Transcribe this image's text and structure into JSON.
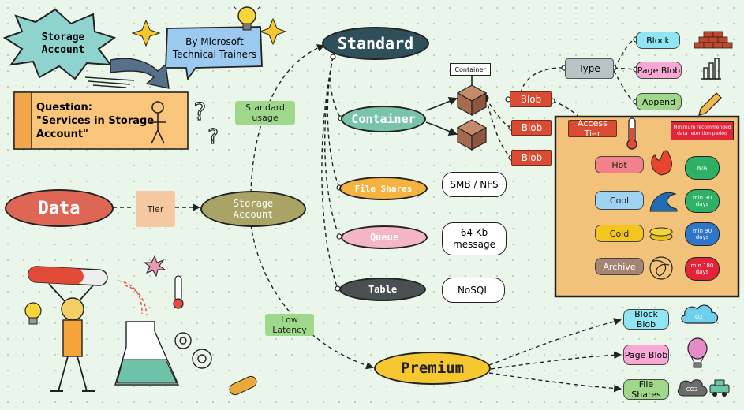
{
  "title": {
    "line1": "Storage",
    "line2": "Account"
  },
  "author": {
    "line1": "By Microsoft",
    "line2": "Technical Trainers"
  },
  "question": {
    "line1": "Question:",
    "line2": "\"Services in Storage",
    "line3": "Account\""
  },
  "nodes": {
    "data": "Data",
    "tier": "Tier",
    "storage_account": {
      "line1": "Storage",
      "line2": "Account"
    },
    "standard_usage": "Standard usage",
    "low_latency": "Low Latency",
    "standard": "Standard",
    "premium": "Premium",
    "container": "Container",
    "file_shares": "File Shares",
    "queue": "Queue",
    "table": "Table",
    "container_label": "Container"
  },
  "speech": {
    "smb_nfs": "SMB / NFS",
    "queue_msg": {
      "line1": "64 Kb",
      "line2": "message"
    },
    "nosql": "NoSQL"
  },
  "blob_label": "Blob",
  "type_label": "Type",
  "blob_types": [
    "Block",
    "Page Blob",
    "Append"
  ],
  "access_tier": {
    "title": "Access Tier",
    "note": {
      "line1": "Minimum recommended",
      "line2": "data retention period"
    },
    "tiers": [
      {
        "name": "Hot",
        "retention": "N/A",
        "color": "#f1828a"
      },
      {
        "name": "Cool",
        "retention": "min 30 days",
        "color": "#9fd1f0"
      },
      {
        "name": "Cold",
        "retention": "min 90 days",
        "color": "#f4c51f"
      },
      {
        "name": "Archive",
        "retention": "min 180 days",
        "color": "#a48573"
      }
    ]
  },
  "premium_types": [
    "Block Blob",
    "Page Blob",
    "File Shares"
  ],
  "icon_labels": {
    "cloud_o2": "O2",
    "co2": "CO2"
  },
  "colors": {
    "standard": "#2f4f5b",
    "container": "#79c3ab",
    "file_shares": "#f6b23f",
    "queue": "#f4b6c5",
    "table": "#4a4f52",
    "data": "#dd6655",
    "storage_account": "#a9a466",
    "premium": "#f6c72f",
    "blob": "#d94c33",
    "access_bg": "#f2c27a",
    "green_tag": "#9fd88a",
    "pink_tag": "#f7a8d4",
    "cyan_tag": "#8fe6f2"
  }
}
